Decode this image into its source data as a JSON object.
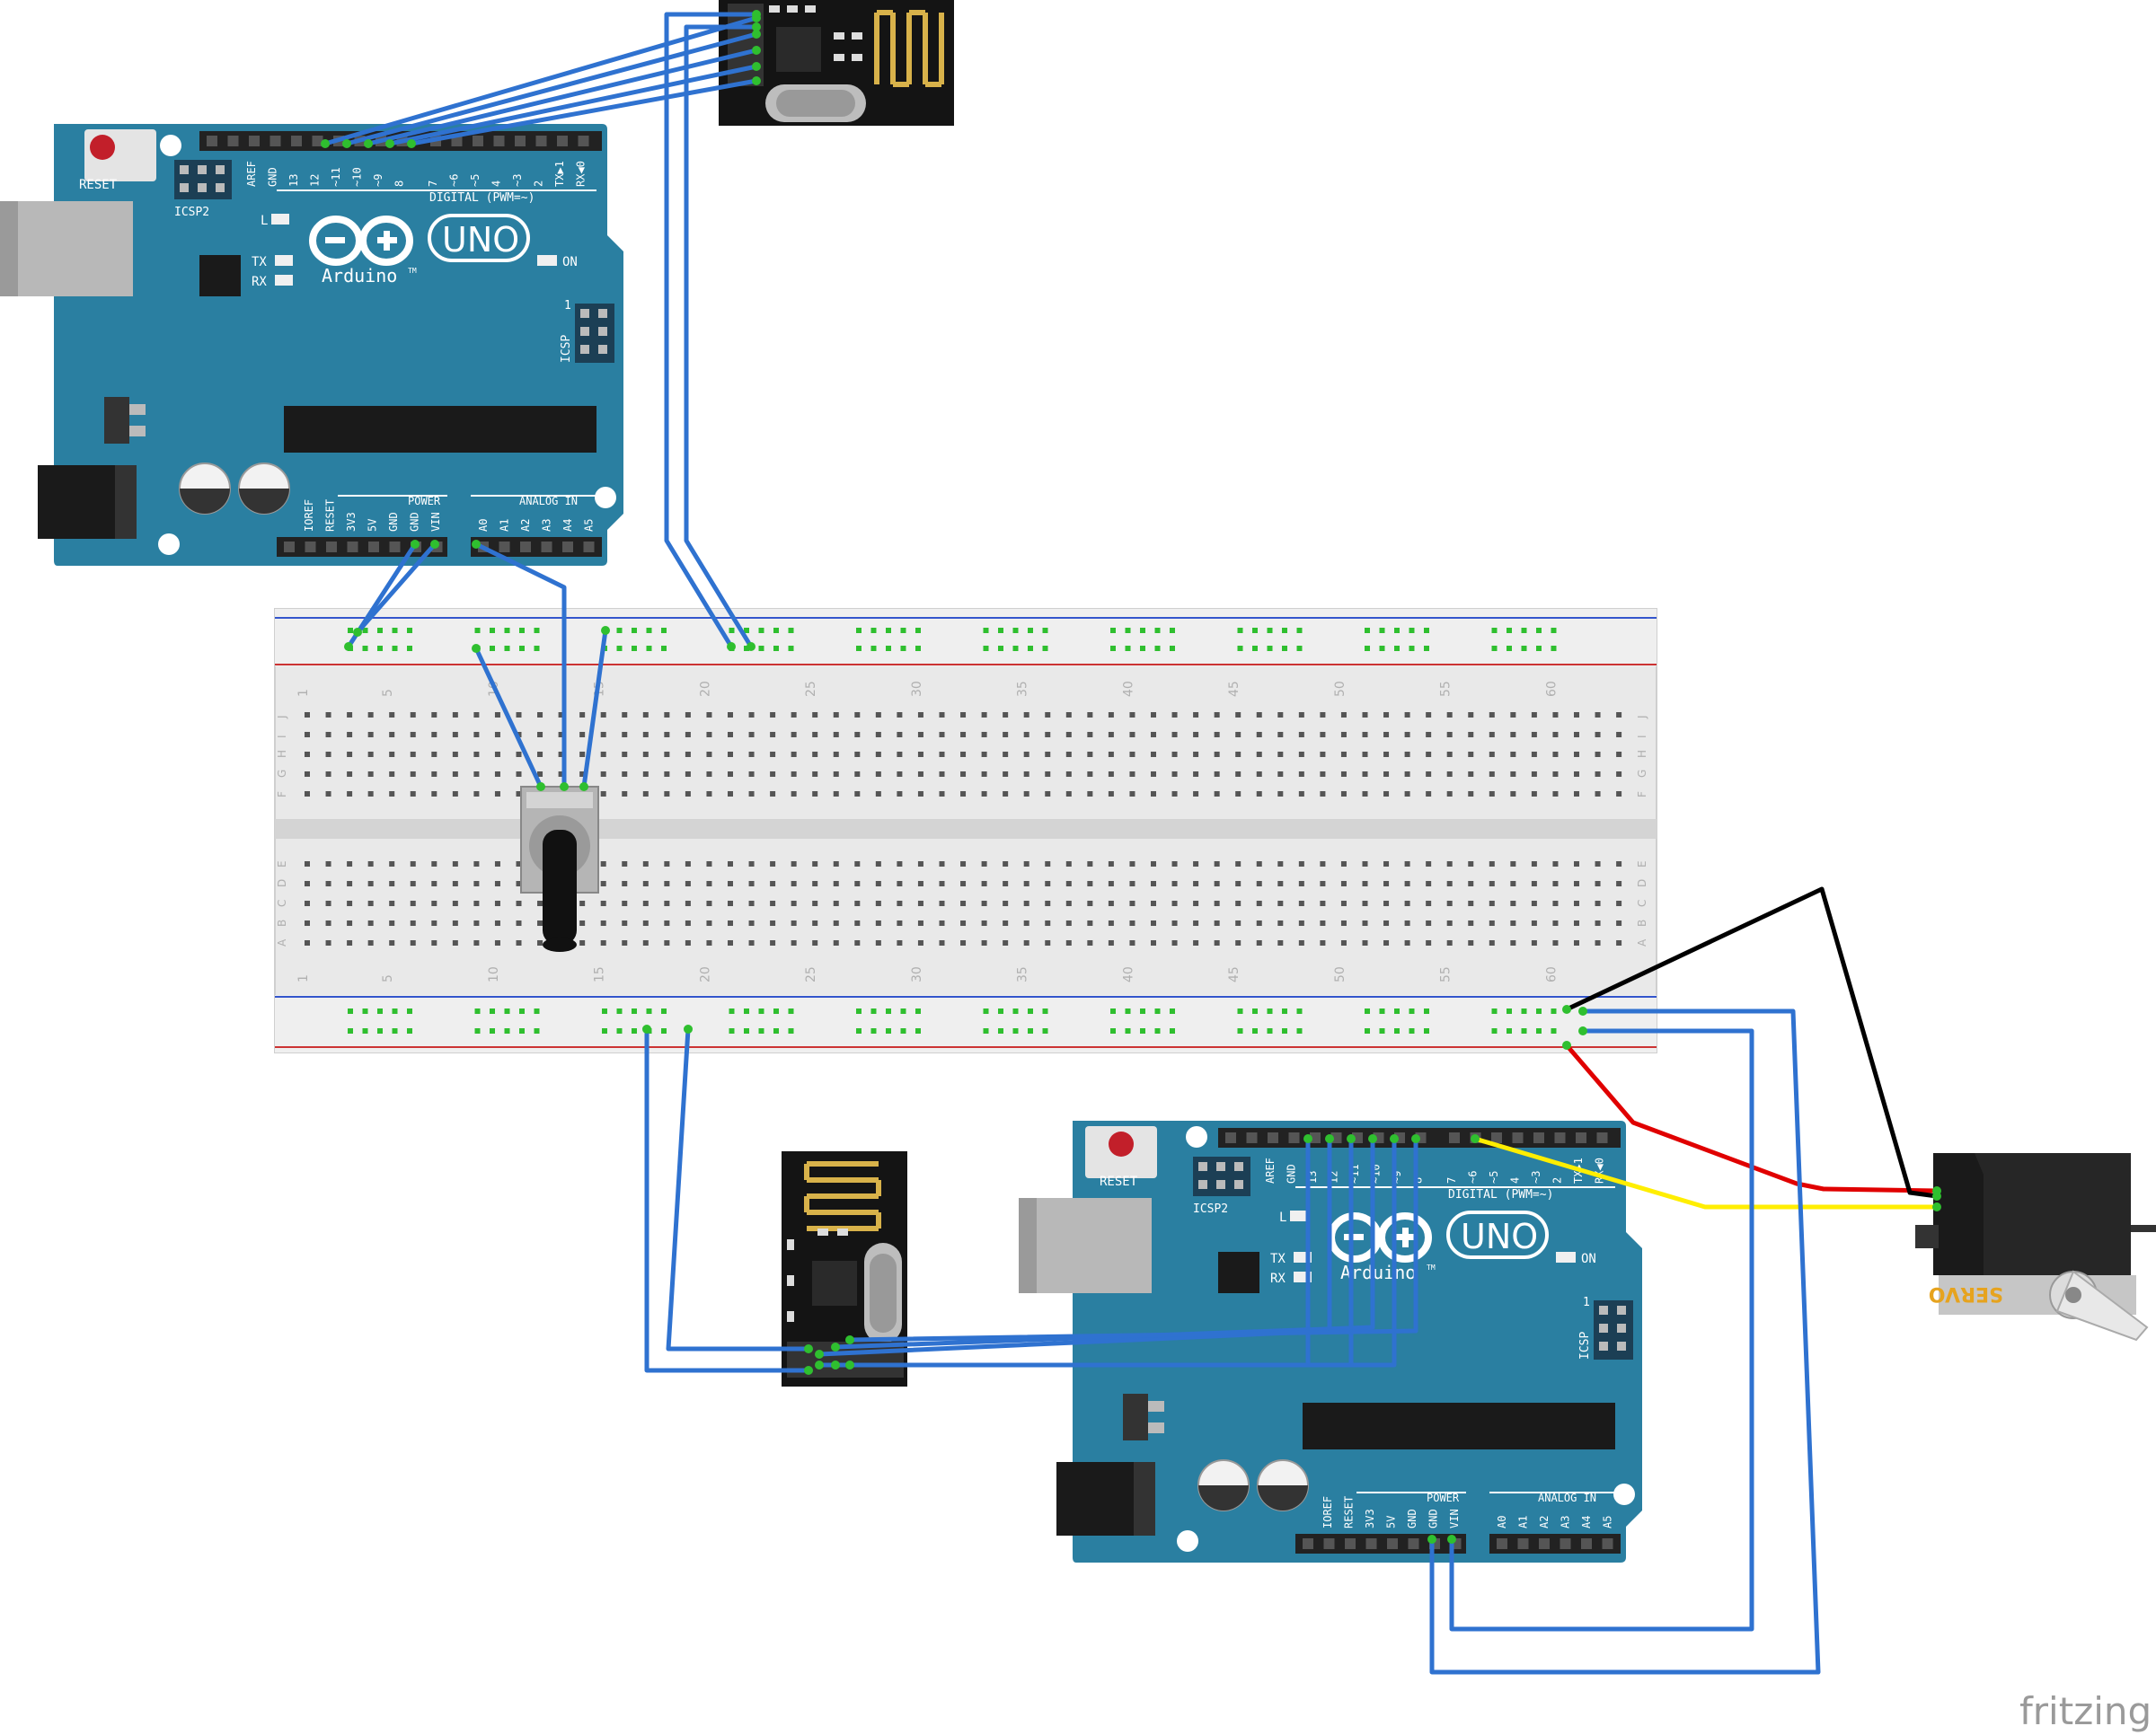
{
  "colors": {
    "arduino_board": "#2a7fa1",
    "arduino_dark": "#1e5f7a",
    "wire_blue": "#2f72d0",
    "wire_black": "#000000",
    "wire_red": "#e00000",
    "wire_yellow": "#ffee00",
    "breadboard": "#e8e8e8",
    "breadboard_hole": "#555555",
    "breadboard_hole_active": "#2fbf2f",
    "rail_blue": "#3355cc",
    "rail_red": "#cc3333",
    "radio_module": "#111111",
    "antenna_gold": "#d8b24a",
    "servo_body": "#2a2a2a"
  },
  "icons": {
    "arduino_logo": "infinity-plus-minus-logo",
    "reset_button": "red-push-button"
  },
  "board_top": {
    "reset_label": "RESET",
    "icsp2_label": "ICSP2",
    "icsp_label": "ICSP",
    "icsp_pin1": "1",
    "model_label": "UNO",
    "brand_label": "Arduino",
    "tm": "TM",
    "led_l": "L",
    "led_tx": "TX",
    "led_rx": "RX",
    "on_label": "ON",
    "digital_header_label": "DIGITAL (PWM=~)",
    "power_header_label": "POWER",
    "analog_header_label": "ANALOG IN",
    "digital_pins": [
      "AREF",
      "GND",
      "13",
      "12",
      "~11",
      "~10",
      "~9",
      "8",
      "7",
      "~6",
      "~5",
      "4",
      "~3",
      "2",
      "TX▶1",
      "RX◀0"
    ],
    "power_pins": [
      "IOREF",
      "RESET",
      "3V3",
      "5V",
      "GND",
      "GND",
      "VIN"
    ],
    "analog_pins": [
      "A0",
      "A1",
      "A2",
      "A3",
      "A4",
      "A5"
    ]
  },
  "board_bottom": {
    "reset_label": "RESET",
    "icsp2_label": "ICSP2",
    "icsp_label": "ICSP",
    "icsp_pin1": "1",
    "model_label": "UNO",
    "brand_label": "Arduino",
    "tm": "TM",
    "led_l": "L",
    "led_tx": "TX",
    "led_rx": "RX",
    "on_label": "ON",
    "digital_header_label": "DIGITAL (PWM=~)",
    "power_header_label": "POWER",
    "analog_header_label": "ANALOG IN",
    "digital_pins": [
      "AREF",
      "GND",
      "13",
      "12",
      "~11",
      "~10",
      "~9",
      "8",
      "7",
      "~6",
      "~5",
      "4",
      "~3",
      "2",
      "TX▶1",
      "RX◀0"
    ],
    "power_pins": [
      "IOREF",
      "RESET",
      "3V3",
      "5V",
      "GND",
      "GND",
      "VIN"
    ],
    "analog_pins": [
      "A0",
      "A1",
      "A2",
      "A3",
      "A4",
      "A5"
    ]
  },
  "breadboard": {
    "column_numbers": [
      "1",
      "5",
      "10",
      "15",
      "20",
      "25",
      "30",
      "35",
      "40",
      "45",
      "50",
      "55",
      "60"
    ],
    "rows_top": [
      "J",
      "I",
      "H",
      "G",
      "F"
    ],
    "rows_bottom": [
      "E",
      "D",
      "C",
      "B",
      "A"
    ]
  },
  "servo": {
    "label": "SERVO"
  },
  "watermark": "fritzing"
}
